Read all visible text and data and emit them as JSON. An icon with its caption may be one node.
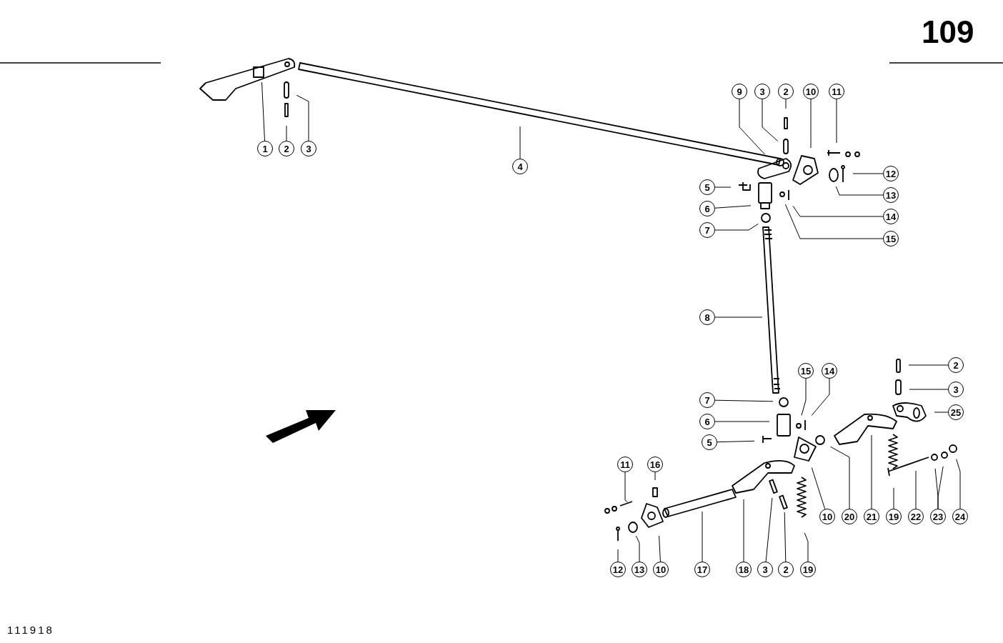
{
  "diagram": {
    "nodes": [
      {
        "text": [
          "1"
        ]
      },
      {
        "text": [
          "2"
        ]
      },
      {
        "text": [
          "3"
        ]
      },
      {
        "text": [
          "4"
        ]
      },
      {
        "text": [
          "9"
        ]
      },
      {
        "text": [
          "3"
        ]
      },
      {
        "text": [
          "2"
        ]
      },
      {
        "text": [
          "10"
        ]
      },
      {
        "text": [
          "11"
        ]
      },
      {
        "text": [
          "12"
        ]
      },
      {
        "text": [
          "13"
        ]
      },
      {
        "text": [
          "5"
        ]
      },
      {
        "text": [
          "6"
        ]
      },
      {
        "text": [
          "7"
        ]
      },
      {
        "text": [
          "14"
        ]
      },
      {
        "text": [
          "15"
        ]
      },
      {
        "text": [
          "8"
        ]
      },
      {
        "text": [
          "15"
        ]
      },
      {
        "text": [
          "14"
        ]
      },
      {
        "text": [
          "7"
        ]
      },
      {
        "text": [
          "6"
        ]
      },
      {
        "text": [
          "5"
        ]
      },
      {
        "text": [
          "2"
        ]
      },
      {
        "text": [
          "3"
        ]
      },
      {
        "text": [
          "25"
        ]
      },
      {
        "text": [
          "10"
        ]
      },
      {
        "text": [
          "20"
        ]
      },
      {
        "text": [
          "21"
        ]
      },
      {
        "text": [
          "19"
        ]
      },
      {
        "text": [
          "22"
        ]
      },
      {
        "text": [
          "23"
        ]
      },
      {
        "text": [
          "24"
        ]
      },
      {
        "text": [
          "11"
        ]
      },
      {
        "text": [
          "16"
        ]
      },
      {
        "text": [
          "12"
        ]
      },
      {
        "text": [
          "13"
        ]
      },
      {
        "text": [
          "10"
        ]
      },
      {
        "text": [
          "17"
        ]
      },
      {
        "text": [
          "18"
        ]
      },
      {
        "text": [
          "3"
        ]
      },
      {
        "text": [
          "2"
        ]
      },
      {
        "text": [
          "19"
        ]
      }
    ],
    "edges": [
      {
        "from": 0,
        "to": null,
        "arrow": "none"
      },
      {
        "from": 1,
        "to": null,
        "arrow": "none"
      },
      {
        "from": 2,
        "to": null,
        "arrow": "none"
      },
      {
        "from": 3,
        "to": null,
        "arrow": "none"
      },
      {
        "from": 4,
        "to": null,
        "arrow": "none"
      },
      {
        "from": 5,
        "to": null,
        "arrow": "none"
      },
      {
        "from": 6,
        "to": null,
        "arrow": "none"
      },
      {
        "from": 7,
        "to": null,
        "arrow": "none"
      },
      {
        "from": 8,
        "to": null,
        "arrow": "none"
      },
      {
        "from": 9,
        "to": null,
        "arrow": "none"
      },
      {
        "from": 10,
        "to": null,
        "arrow": "none"
      },
      {
        "from": 11,
        "to": null,
        "arrow": "none"
      },
      {
        "from": 12,
        "to": null,
        "arrow": "none"
      },
      {
        "from": 13,
        "to": null,
        "arrow": "none"
      },
      {
        "from": 14,
        "to": null,
        "arrow": "none"
      },
      {
        "from": 15,
        "to": null,
        "arrow": "none"
      },
      {
        "from": 16,
        "to": null,
        "arrow": "none"
      },
      {
        "from": 17,
        "to": null,
        "arrow": "none"
      },
      {
        "from": 18,
        "to": null,
        "arrow": "none"
      },
      {
        "from": 19,
        "to": null,
        "arrow": "none"
      },
      {
        "from": 20,
        "to": null,
        "arrow": "none"
      },
      {
        "from": 21,
        "to": null,
        "arrow": "none"
      },
      {
        "from": 22,
        "to": null,
        "arrow": "none"
      },
      {
        "from": 23,
        "to": null,
        "arrow": "none"
      },
      {
        "from": 24,
        "to": null,
        "arrow": "none"
      },
      {
        "from": 25,
        "to": null,
        "arrow": "none"
      },
      {
        "from": 26,
        "to": null,
        "arrow": "none"
      },
      {
        "from": 27,
        "to": null,
        "arrow": "none"
      },
      {
        "from": 28,
        "to": null,
        "arrow": "none"
      },
      {
        "from": 29,
        "to": null,
        "arrow": "none"
      },
      {
        "from": 30,
        "to": null,
        "arrow": "none"
      },
      {
        "from": 30,
        "to": null,
        "arrow": "none"
      },
      {
        "from": 31,
        "to": null,
        "arrow": "none"
      },
      {
        "from": 32,
        "to": null,
        "arrow": "none"
      },
      {
        "from": 33,
        "to": null,
        "arrow": "none"
      },
      {
        "from": 34,
        "to": null,
        "arrow": "none"
      },
      {
        "from": 35,
        "to": null,
        "arrow": "none"
      },
      {
        "from": 36,
        "to": null,
        "arrow": "none"
      },
      {
        "from": 37,
        "to": null,
        "arrow": "none"
      },
      {
        "from": 38,
        "to": null,
        "arrow": "none"
      },
      {
        "from": 39,
        "to": null,
        "arrow": "none"
      },
      {
        "from": 40,
        "to": null,
        "arrow": "none"
      },
      {
        "from": 41,
        "to": null,
        "arrow": "none"
      }
    ],
    "labels": [
      "109",
      "111918"
    ]
  }
}
